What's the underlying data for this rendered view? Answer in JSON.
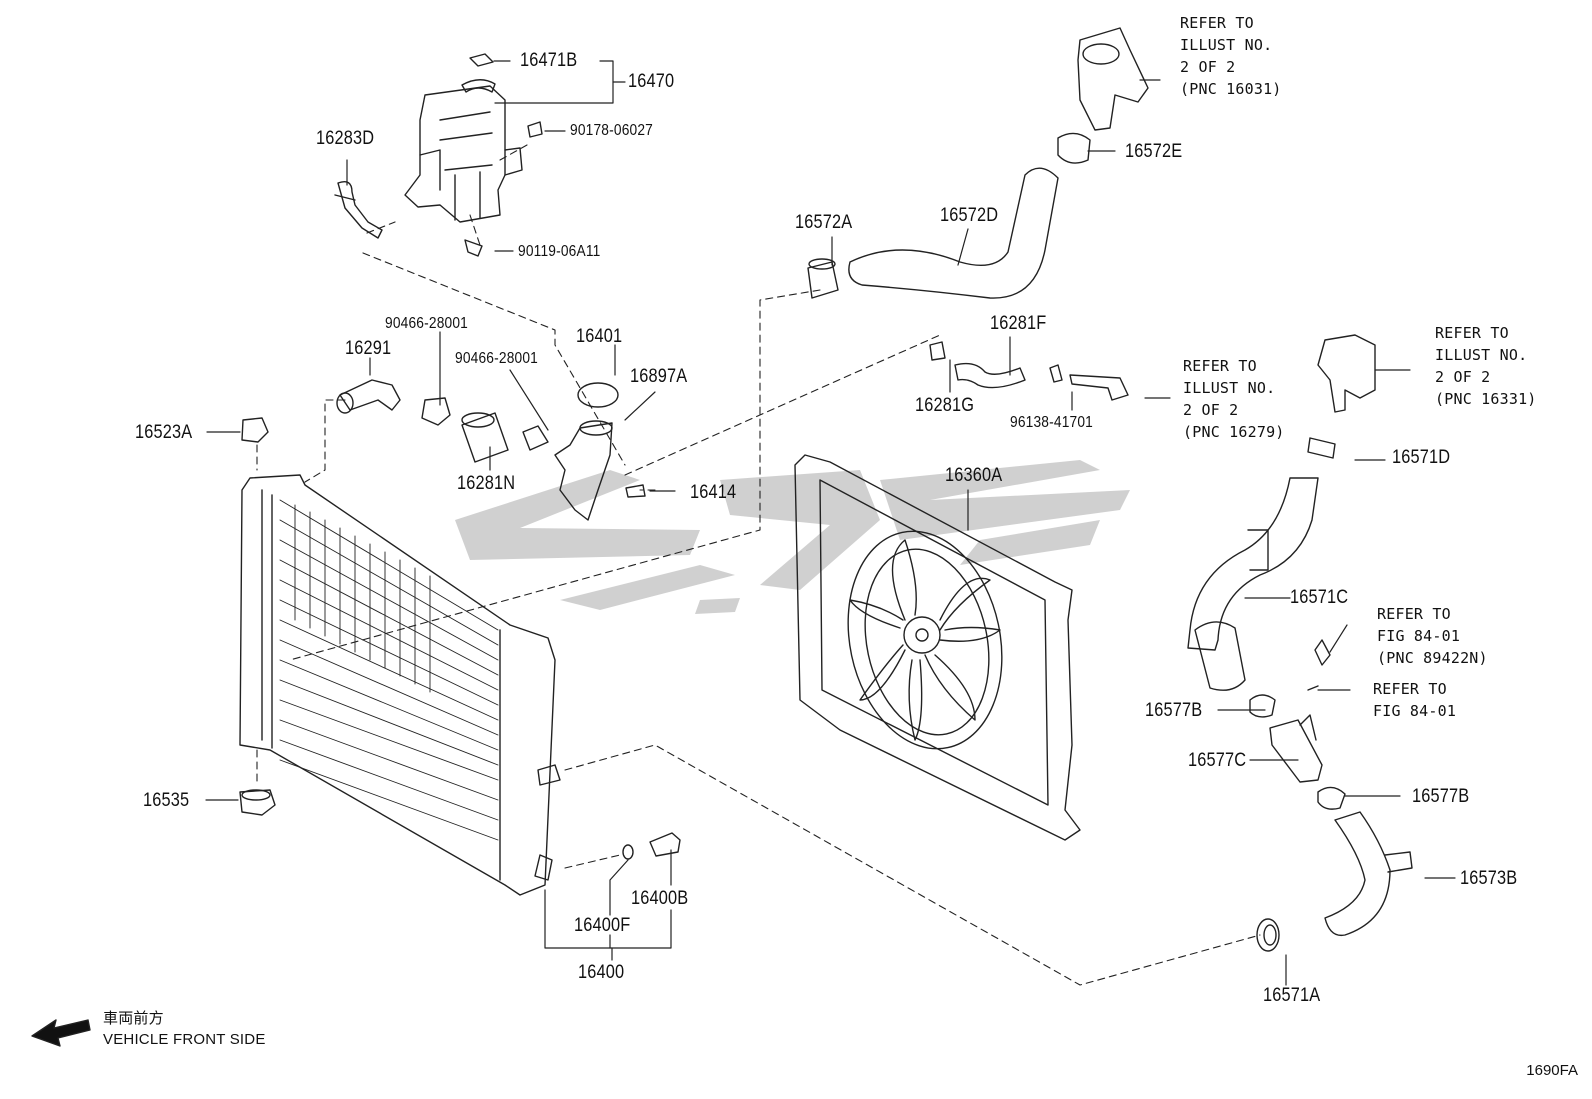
{
  "figure_code": "1690FA",
  "direction": {
    "jp": "車両前方",
    "en": "VEHICLE FRONT SIDE"
  },
  "parts": {
    "p16471B": "16471B",
    "p16470": "16470",
    "p90178": "90178-06027",
    "p16283D": "16283D",
    "p90119": "90119-06A11",
    "p90466a": "90466-28001",
    "p16291": "16291",
    "p90466b": "90466-28001",
    "p16401": "16401",
    "p16897A": "16897A",
    "p16523A": "16523A",
    "p16281N": "16281N",
    "p16414": "16414",
    "p16535": "16535",
    "p16400F": "16400F",
    "p16400B": "16400B",
    "p16400": "16400",
    "p16572A": "16572A",
    "p16572D": "16572D",
    "p16572E": "16572E",
    "p16281F": "16281F",
    "p16281G": "16281G",
    "p96138": "96138-41701",
    "p16360A": "16360A",
    "p16571D": "16571D",
    "p16571C": "16571C",
    "p16577B_1": "16577B",
    "p16577C": "16577C",
    "p16577B_2": "16577B",
    "p16573B": "16573B",
    "p16571A": "16571A"
  },
  "references": {
    "r16031": [
      "REFER TO",
      "ILLUST NO.",
      "2 OF 2",
      "(PNC 16031)"
    ],
    "r16279": [
      "REFER TO",
      "ILLUST NO.",
      "2 OF 2",
      "(PNC 16279)"
    ],
    "r16331": [
      "REFER TO",
      "ILLUST NO.",
      "2 OF 2",
      "(PNC 16331)"
    ],
    "r89422": [
      "REFER TO",
      "FIG 84-01",
      "(PNC 89422N)"
    ],
    "r8401": [
      "REFER TO",
      "FIG 84-01"
    ]
  }
}
